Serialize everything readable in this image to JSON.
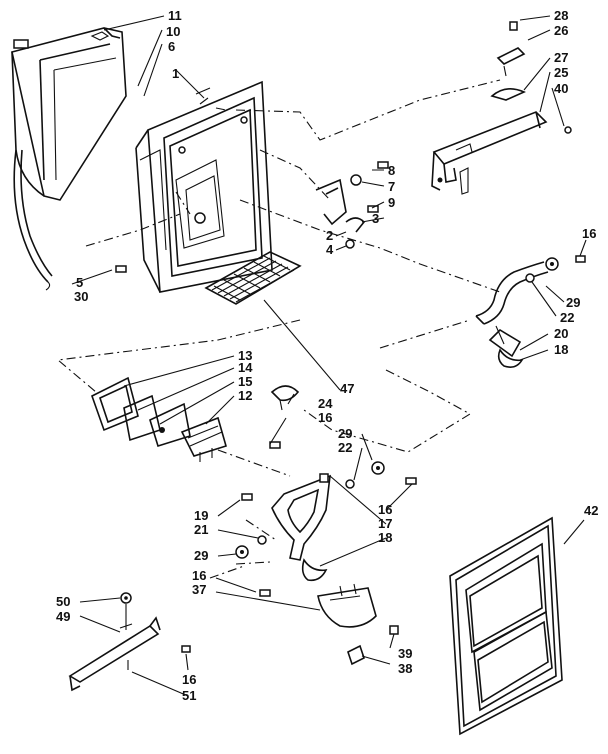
{
  "diagram": {
    "callouts": [
      {
        "id": "c1",
        "text": "1"
      },
      {
        "id": "c2",
        "text": "2"
      },
      {
        "id": "c3",
        "text": "3"
      },
      {
        "id": "c4",
        "text": "4"
      },
      {
        "id": "c5",
        "text": "5"
      },
      {
        "id": "c6",
        "text": "6"
      },
      {
        "id": "c7",
        "text": "7"
      },
      {
        "id": "c8",
        "text": "8"
      },
      {
        "id": "c9",
        "text": "9"
      },
      {
        "id": "c10",
        "text": "10"
      },
      {
        "id": "c11",
        "text": "11"
      },
      {
        "id": "c12",
        "text": "12"
      },
      {
        "id": "c13",
        "text": "13"
      },
      {
        "id": "c14",
        "text": "14"
      },
      {
        "id": "c15",
        "text": "15"
      },
      {
        "id": "c16a",
        "text": "16"
      },
      {
        "id": "c16b",
        "text": "16"
      },
      {
        "id": "c16c",
        "text": "16"
      },
      {
        "id": "c16d",
        "text": "16"
      },
      {
        "id": "c16e",
        "text": "16"
      },
      {
        "id": "c17",
        "text": "17"
      },
      {
        "id": "c18a",
        "text": "18"
      },
      {
        "id": "c18b",
        "text": "18"
      },
      {
        "id": "c19",
        "text": "19"
      },
      {
        "id": "c20",
        "text": "20"
      },
      {
        "id": "c21",
        "text": "21"
      },
      {
        "id": "c22a",
        "text": "22"
      },
      {
        "id": "c22b",
        "text": "22"
      },
      {
        "id": "c24",
        "text": "24"
      },
      {
        "id": "c25",
        "text": "25"
      },
      {
        "id": "c26",
        "text": "26"
      },
      {
        "id": "c27",
        "text": "27"
      },
      {
        "id": "c28",
        "text": "28"
      },
      {
        "id": "c29a",
        "text": "29"
      },
      {
        "id": "c29b",
        "text": "29"
      },
      {
        "id": "c29c",
        "text": "29"
      },
      {
        "id": "c30",
        "text": "30"
      },
      {
        "id": "c37",
        "text": "37"
      },
      {
        "id": "c38",
        "text": "38"
      },
      {
        "id": "c39",
        "text": "39"
      },
      {
        "id": "c40",
        "text": "40"
      },
      {
        "id": "c42",
        "text": "42"
      },
      {
        "id": "c47",
        "text": "47"
      },
      {
        "id": "c49",
        "text": "49"
      },
      {
        "id": "c50",
        "text": "50"
      },
      {
        "id": "c51",
        "text": "51"
      }
    ]
  }
}
